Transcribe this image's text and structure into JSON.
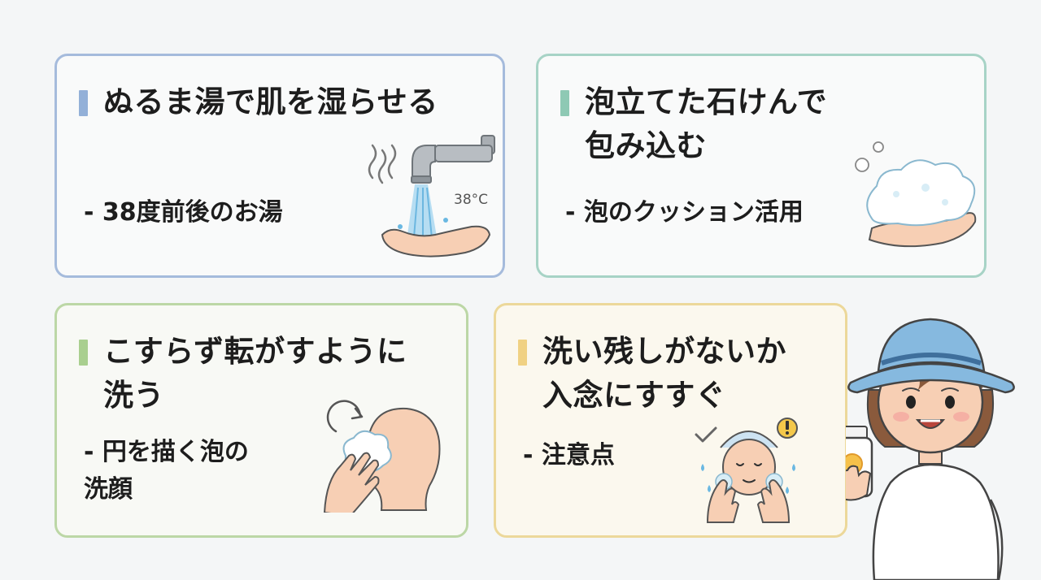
{
  "cards": [
    {
      "title": "ぬるま湯で肌を湿らせる",
      "bullet": "- 38度前後のお湯",
      "temp_label": "38°C",
      "accent": "#93b0d8",
      "icon": "faucet-hand-icon"
    },
    {
      "title": "泡立てた石けんで\n包み込む",
      "bullet": "- 泡のクッション活用",
      "accent": "#8ec9b4",
      "icon": "foam-hand-icon"
    },
    {
      "title": "こすらず転がすように\n洗う",
      "bullet": "- 円を描く泡の\n洗顔",
      "accent": "#a9cf8f",
      "icon": "face-wash-icon"
    },
    {
      "title": "洗い残しがないか\n入念にすすぐ",
      "bullet": "- 注意点",
      "accent": "#f0d183",
      "icon": "rinse-face-icon"
    }
  ],
  "character": {
    "icon": "girl-with-sunscreen-icon"
  }
}
